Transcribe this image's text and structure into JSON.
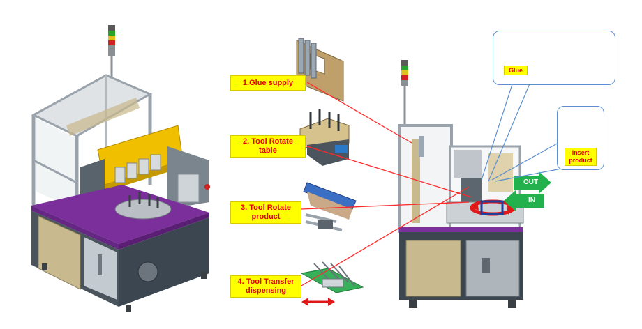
{
  "labels": {
    "glue_supply": "1.Glue supply",
    "tool_rotate_table": "2. Tool Rotate table",
    "tool_rotate_product": "3. Tool Rotate product",
    "tool_transfer_dispensing": "4. Tool Transfer dispensing",
    "glue": "Glue",
    "insert_product": "Insert product",
    "out": "OUT",
    "in": "IN"
  },
  "colors": {
    "label_bg": "#ffff00",
    "label_text": "#e30000",
    "leader_line": "#ff2a2a",
    "callout_border": "#5b8fcf",
    "arrow_green": "#22b14c",
    "frame_grey": "#9aa3ab",
    "base_dark": "#3c4650",
    "purple_table": "#7a2f9a",
    "yellow_guard": "#f0c000"
  },
  "icons": [
    "signal-tower-icon",
    "rotation-arrow-icon",
    "double-arrow-icon",
    "glue-bottle-icon",
    "dispensing-needle-icon"
  ]
}
